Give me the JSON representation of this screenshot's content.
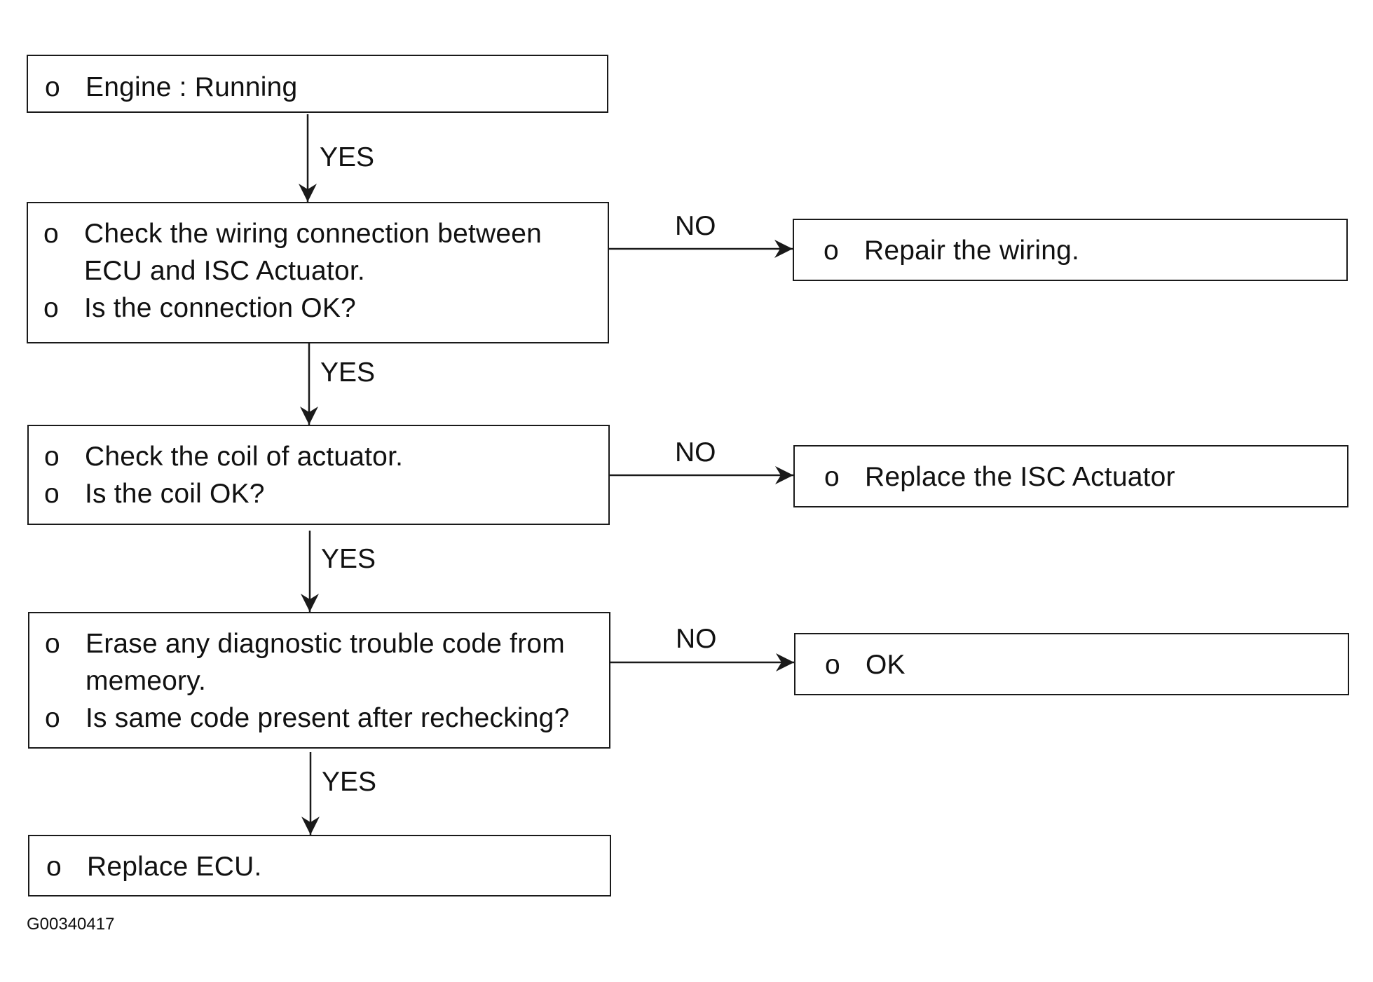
{
  "flowchart": {
    "boxes": [
      {
        "lines": [
          {
            "bullet": "o",
            "text": "Engine : Running"
          }
        ]
      },
      {
        "lines": [
          {
            "bullet": "o",
            "text": "Check the wiring connection between"
          },
          {
            "bullet": "",
            "text": "ECU and ISC Actuator."
          },
          {
            "bullet": "o",
            "text": "Is the connection OK?"
          }
        ]
      },
      {
        "lines": [
          {
            "bullet": "o",
            "text": "Check the coil of actuator."
          },
          {
            "bullet": "o",
            "text": "Is the coil OK?"
          }
        ]
      },
      {
        "lines": [
          {
            "bullet": "o",
            "text": "Erase any diagnostic trouble code from"
          },
          {
            "bullet": "",
            "text": "memeory."
          },
          {
            "bullet": "o",
            "text": "Is same code present after rechecking?"
          }
        ]
      },
      {
        "lines": [
          {
            "bullet": "o",
            "text": "Replace ECU."
          }
        ]
      },
      {
        "lines": [
          {
            "bullet": "o",
            "text": "Repair the wiring."
          }
        ]
      },
      {
        "lines": [
          {
            "bullet": "o",
            "text": "Replace the ISC Actuator"
          }
        ]
      },
      {
        "lines": [
          {
            "bullet": "o",
            "text": "OK"
          }
        ]
      }
    ],
    "edges": [
      {
        "from": 0,
        "to": 1,
        "label": "YES"
      },
      {
        "from": 1,
        "to": 2,
        "label": "YES"
      },
      {
        "from": 2,
        "to": 3,
        "label": "YES"
      },
      {
        "from": 3,
        "to": 4,
        "label": "YES"
      },
      {
        "from": 1,
        "to": 5,
        "label": "NO"
      },
      {
        "from": 2,
        "to": 6,
        "label": "NO"
      },
      {
        "from": 3,
        "to": 7,
        "label": "NO"
      }
    ]
  },
  "figure_id": "G00340417"
}
